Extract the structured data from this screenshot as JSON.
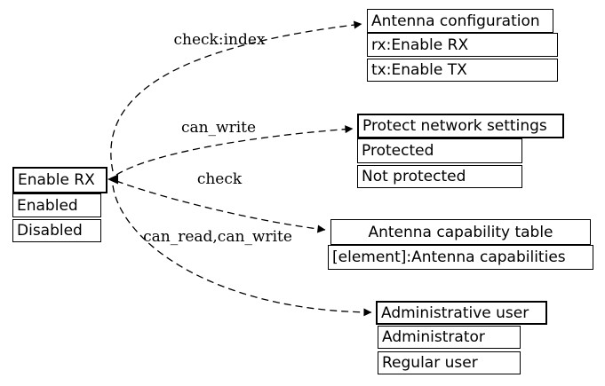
{
  "diagram": {
    "background_color": "#ffffff",
    "line_color": "#000000",
    "text_color": "#000000",
    "edge_style": "dashed",
    "icons": {
      "edge_arrow": "filled-arrowhead",
      "source_arrow": "filled-arrowhead-left"
    },
    "nodes": [
      {
        "id": "enable-rx",
        "title": "Enable RX",
        "rows": [
          "Enabled",
          "Disabled"
        ]
      },
      {
        "id": "antenna-configuration",
        "title": "Antenna configuration",
        "rows": [
          "rx:Enable RX",
          "tx:Enable TX"
        ]
      },
      {
        "id": "protect-network-settings",
        "title": "Protect network settings",
        "rows": [
          "Protected",
          "Not protected"
        ]
      },
      {
        "id": "antenna-capability-table",
        "title": "Antenna capability table",
        "rows": [
          "[element]:Antenna capabilities"
        ]
      },
      {
        "id": "administrative-user",
        "title": "Administrative user",
        "rows": [
          "Administrator",
          "Regular user"
        ]
      }
    ],
    "edges": [
      {
        "from": "enable-rx",
        "to": "antenna-configuration",
        "label": "check:index"
      },
      {
        "from": "enable-rx",
        "to": "protect-network-settings",
        "label": "can_write"
      },
      {
        "from": "enable-rx",
        "to": "antenna-capability-table",
        "label": "check"
      },
      {
        "from": "enable-rx",
        "to": "administrative-user",
        "label": "can_read,can_write"
      }
    ]
  }
}
